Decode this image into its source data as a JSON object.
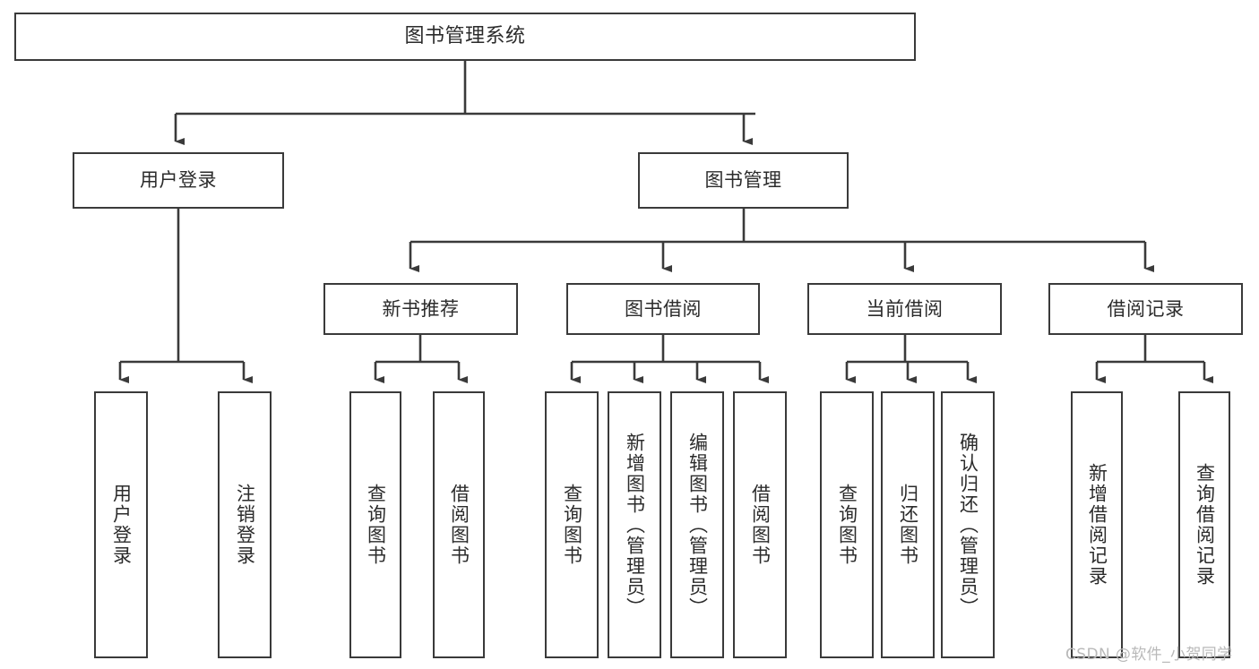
{
  "diagram": {
    "title": "图书管理系统",
    "type": "tree-structure-chart",
    "root": {
      "id": "root",
      "label": "图书管理系统"
    },
    "level2": [
      {
        "id": "user-login",
        "label": "用户登录"
      },
      {
        "id": "book-manage",
        "label": "图书管理"
      }
    ],
    "level3": [
      {
        "id": "new-book-recommend",
        "label": "新书推荐",
        "parent": "book-manage"
      },
      {
        "id": "book-borrow",
        "label": "图书借阅",
        "parent": "book-manage"
      },
      {
        "id": "current-borrow",
        "label": "当前借阅",
        "parent": "book-manage"
      },
      {
        "id": "borrow-record",
        "label": "借阅记录",
        "parent": "book-manage"
      }
    ],
    "leaves": [
      {
        "id": "leaf-user-login",
        "label": "用户登录",
        "parent": "user-login"
      },
      {
        "id": "leaf-logout-login",
        "label": "注销登录",
        "parent": "user-login"
      },
      {
        "id": "leaf-query-book-1",
        "label": "查询图书",
        "parent": "new-book-recommend"
      },
      {
        "id": "leaf-borrow-book-1",
        "label": "借阅图书",
        "parent": "new-book-recommend"
      },
      {
        "id": "leaf-query-book-2",
        "label": "查询图书",
        "parent": "book-borrow"
      },
      {
        "id": "leaf-add-book",
        "label": "新增图书（管理员）",
        "parent": "book-borrow"
      },
      {
        "id": "leaf-edit-book",
        "label": "编辑图书（管理员）",
        "parent": "book-borrow"
      },
      {
        "id": "leaf-borrow-book-2",
        "label": "借阅图书",
        "parent": "book-borrow"
      },
      {
        "id": "leaf-query-book-3",
        "label": "查询图书",
        "parent": "current-borrow"
      },
      {
        "id": "leaf-return-book",
        "label": "归还图书",
        "parent": "current-borrow"
      },
      {
        "id": "leaf-confirm-return",
        "label": "确认归还（管理员）",
        "parent": "current-borrow"
      },
      {
        "id": "leaf-add-record",
        "label": "新增借阅记录",
        "parent": "borrow-record"
      },
      {
        "id": "leaf-query-record",
        "label": "查询借阅记录",
        "parent": "borrow-record"
      }
    ],
    "colors": {
      "stroke": "#3a3a3a",
      "fill": "#ffffff",
      "text": "#2b2b2b",
      "watermark": "#b9b9b9"
    }
  },
  "watermark": {
    "text": "CSDN @软件_小贺同学"
  }
}
